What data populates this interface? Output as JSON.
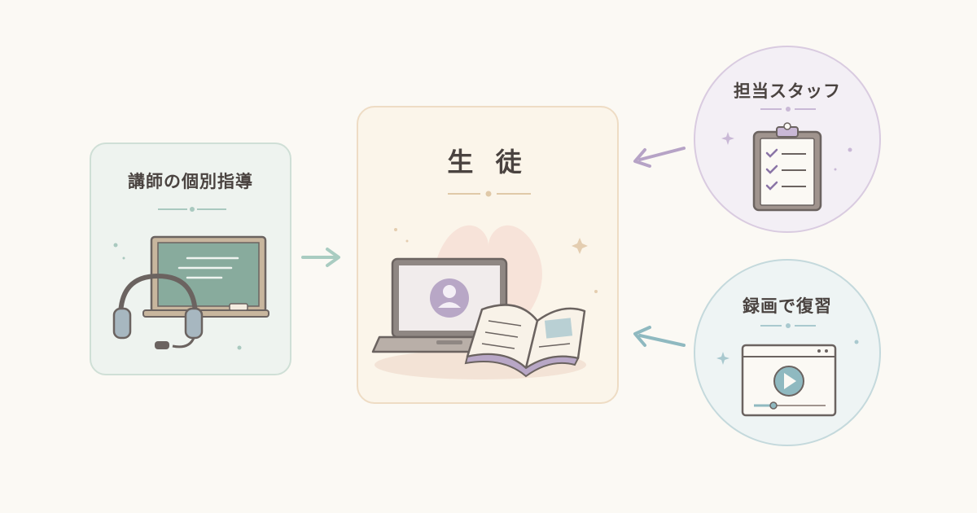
{
  "nodes": {
    "teacher": {
      "label": "講師の個別指導"
    },
    "student": {
      "label": "生 徒"
    },
    "staff": {
      "label": "担当スタッフ"
    },
    "recording": {
      "label": "録画で復習"
    }
  },
  "colors": {
    "background": "#fbf9f4",
    "teacher_accent": "#9fc4b8",
    "student_accent": "#d8c3a5",
    "staff_accent": "#b6a3c6",
    "recording_accent": "#8fb9c0",
    "outline": "#6b6360"
  },
  "icons": [
    "headset-icon",
    "chalkboard-icon",
    "laptop-icon",
    "user-avatar-icon",
    "open-book-icon",
    "heart-icon",
    "clipboard-checklist-icon",
    "video-player-icon",
    "play-icon",
    "sparkle-icon"
  ]
}
